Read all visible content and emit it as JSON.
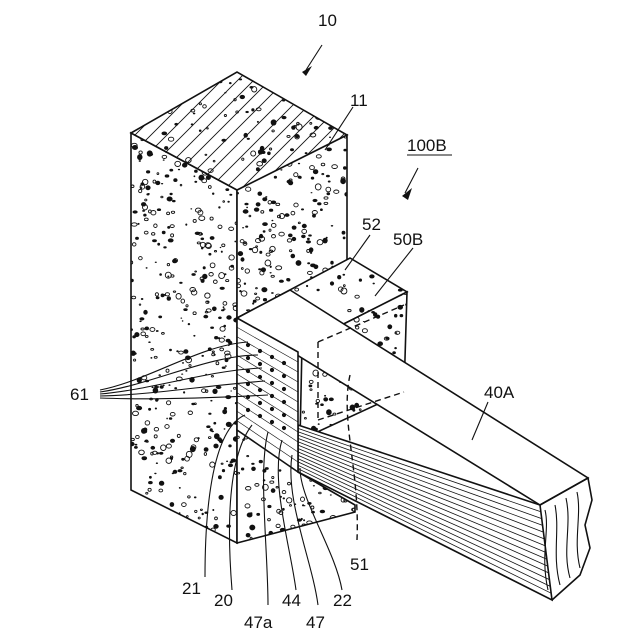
{
  "labels": {
    "l10": "10",
    "l11": "11",
    "l100b": "100B",
    "l52": "52",
    "l50b": "50B",
    "l61": "61",
    "l40a": "40A",
    "l21": "21",
    "l20": "20",
    "l47a": "47a",
    "l44": "44",
    "l47": "47",
    "l22": "22",
    "l51": "51"
  }
}
